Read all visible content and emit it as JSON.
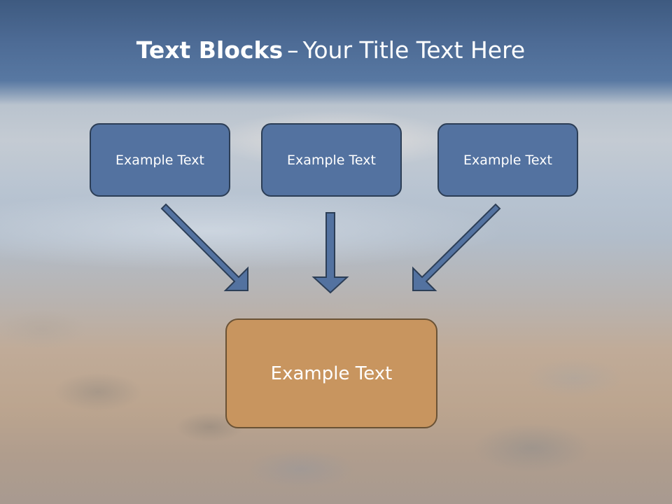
{
  "slide": {
    "title_bold": "Text Blocks",
    "title_dash": "–",
    "title_rest": "Your Title Text Here"
  },
  "boxes": {
    "top_left": "Example Text",
    "top_middle": "Example Text",
    "top_right": "Example Text",
    "center": "Example Text"
  },
  "colors": {
    "header": "#4d6b95",
    "box_fill": "#5372a0",
    "box_border": "#2c3e56",
    "center_fill": "#c8955f",
    "arrow_fill": "#5372a0"
  }
}
